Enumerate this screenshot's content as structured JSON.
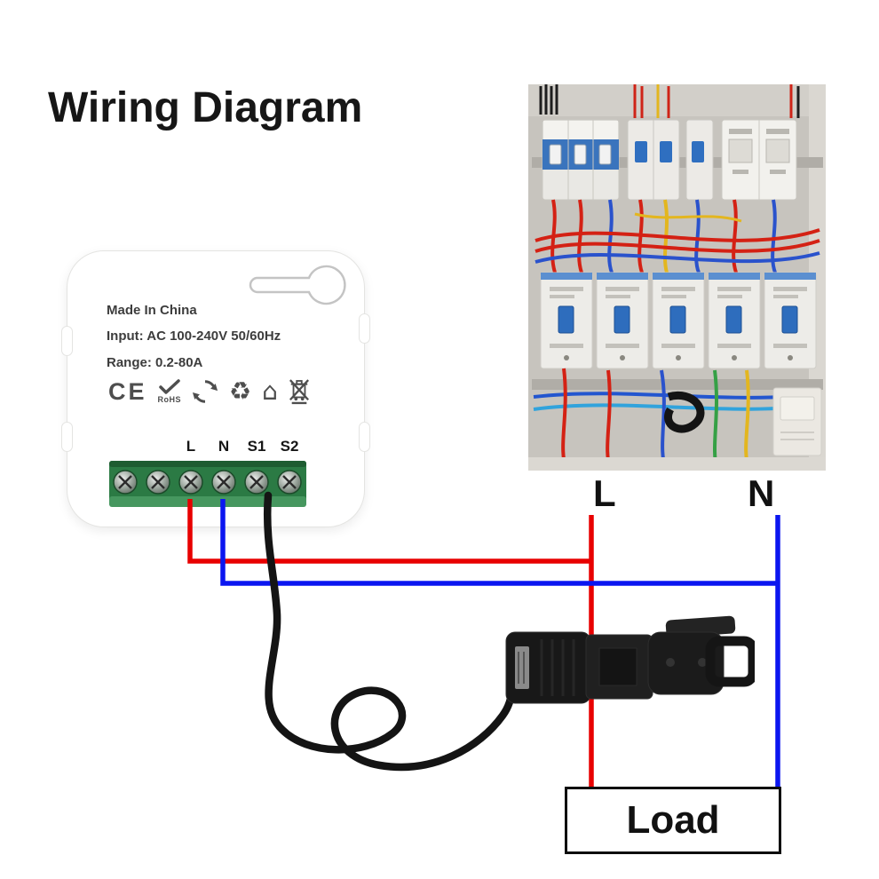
{
  "title": "Wiring Diagram",
  "device": {
    "made_in": "Made In China",
    "input": "Input: AC 100-240V 50/60Hz",
    "range": "Range: 0.2-80A",
    "ce_label": "CE",
    "rohs_label": "RoHS",
    "terminal_labels": [
      "L",
      "N",
      "S1",
      "S2"
    ]
  },
  "panel": {
    "live_label": "L",
    "neutral_label": "N"
  },
  "load_label": "Load",
  "icons": {
    "recycle_glyph": "♻",
    "house_glyph": "⌂"
  },
  "colors": {
    "live_wire": "#e80000",
    "neutral_wire": "#0b16f0",
    "ct_cable": "#141414",
    "terminal_block": "#2b7a44"
  }
}
